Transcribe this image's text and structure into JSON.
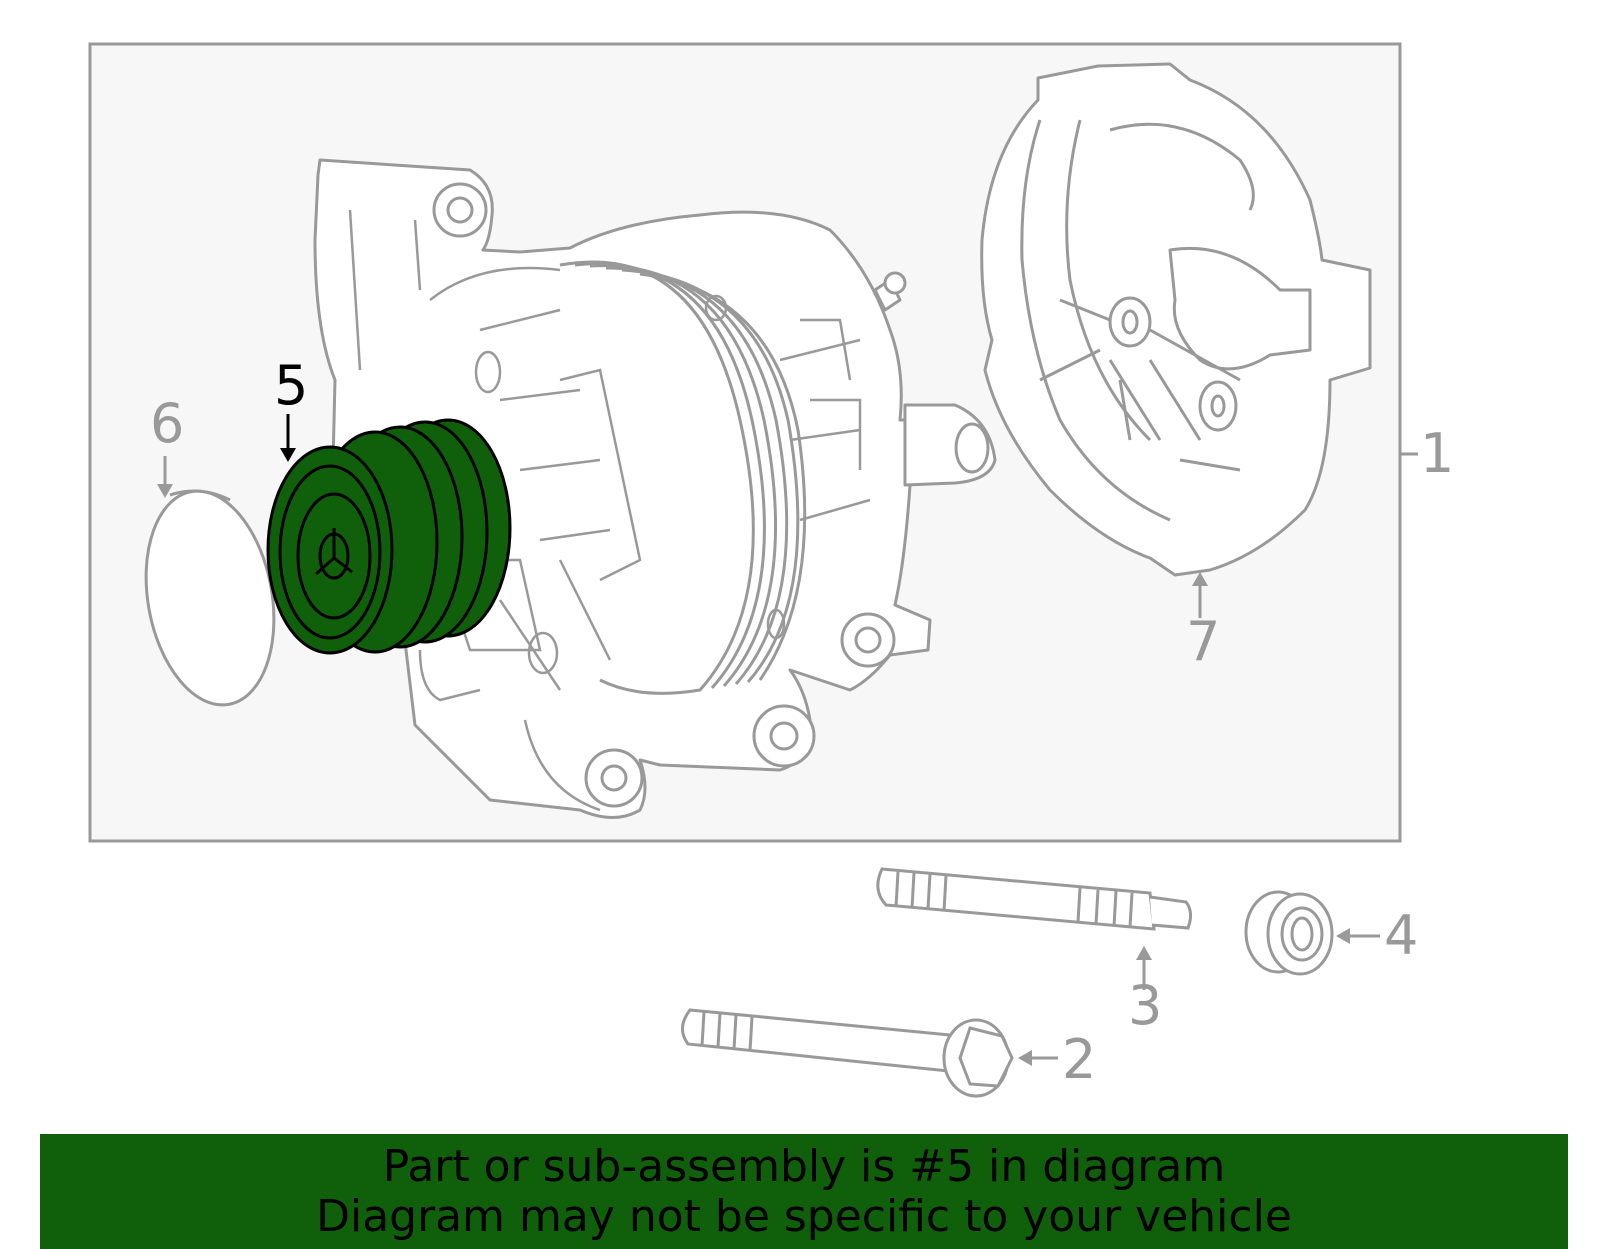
{
  "diagram": {
    "callouts": {
      "c1": "1",
      "c2": "2",
      "c3": "3",
      "c4": "4",
      "c5": "5",
      "c6": "6",
      "c7": "7"
    },
    "highlighted_part": "5",
    "colors": {
      "highlight_fill": "#0f5f0b",
      "line": "#999999",
      "box_background": "#f7f7f7"
    }
  },
  "banner": {
    "line1": "Part or sub-assembly is #5 in diagram",
    "line2": "Diagram may not be specific to your vehicle",
    "background": "#0f5f0b"
  }
}
